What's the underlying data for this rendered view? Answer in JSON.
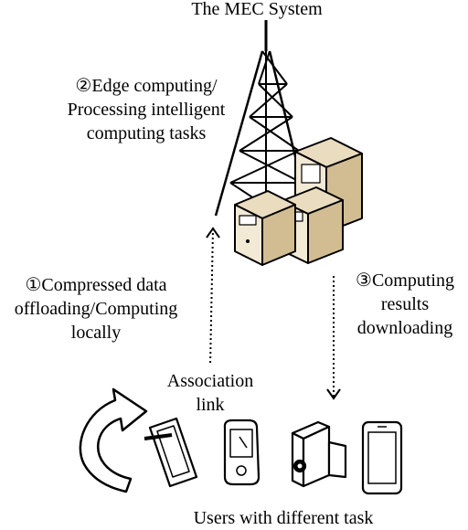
{
  "diagram": {
    "title": "The MEC System",
    "edge_label": [
      "②Edge computing/",
      "Processing intelligent",
      "computing tasks"
    ],
    "offload_label": [
      "①Compressed data",
      "offloading/Computing",
      "locally"
    ],
    "download_label": [
      "③Computing",
      "results",
      "downloading"
    ],
    "association_label": [
      "Association",
      "link"
    ],
    "users_label": "Users with different task",
    "colors": {
      "stroke": "#000000",
      "server_face": "#f3ead6",
      "server_side": "#d2bd92",
      "server_top": "#e9dcbf"
    },
    "icons": [
      "tower-icon",
      "server-icon",
      "rotate-arrow-icon",
      "tablet-icon",
      "pda-icon",
      "camcorder-icon",
      "smartphone-icon"
    ]
  }
}
